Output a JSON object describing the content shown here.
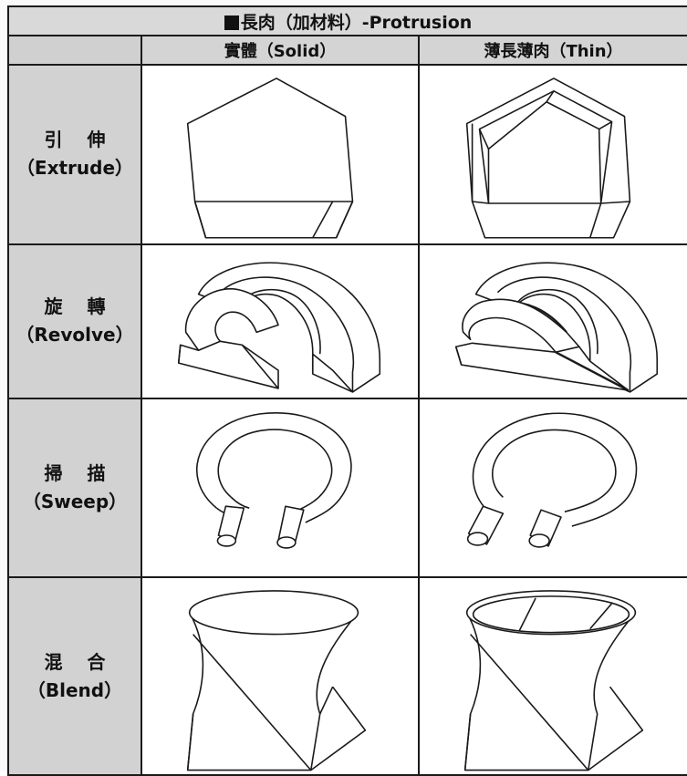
{
  "header": {
    "title": "長肉（加材料）-Protrusion",
    "col_solid": "實體（Solid）",
    "col_thin": "薄長薄肉（Thin）"
  },
  "rows": [
    {
      "zh": "引 伸",
      "en": "（Extrude）"
    },
    {
      "zh": "旋 轉",
      "en": "（Revolve）"
    },
    {
      "zh": "掃 描",
      "en": "（Sweep）"
    },
    {
      "zh": "混 合",
      "en": "（Blend）"
    }
  ],
  "icons": {
    "title_marker": "black-square-icon"
  }
}
